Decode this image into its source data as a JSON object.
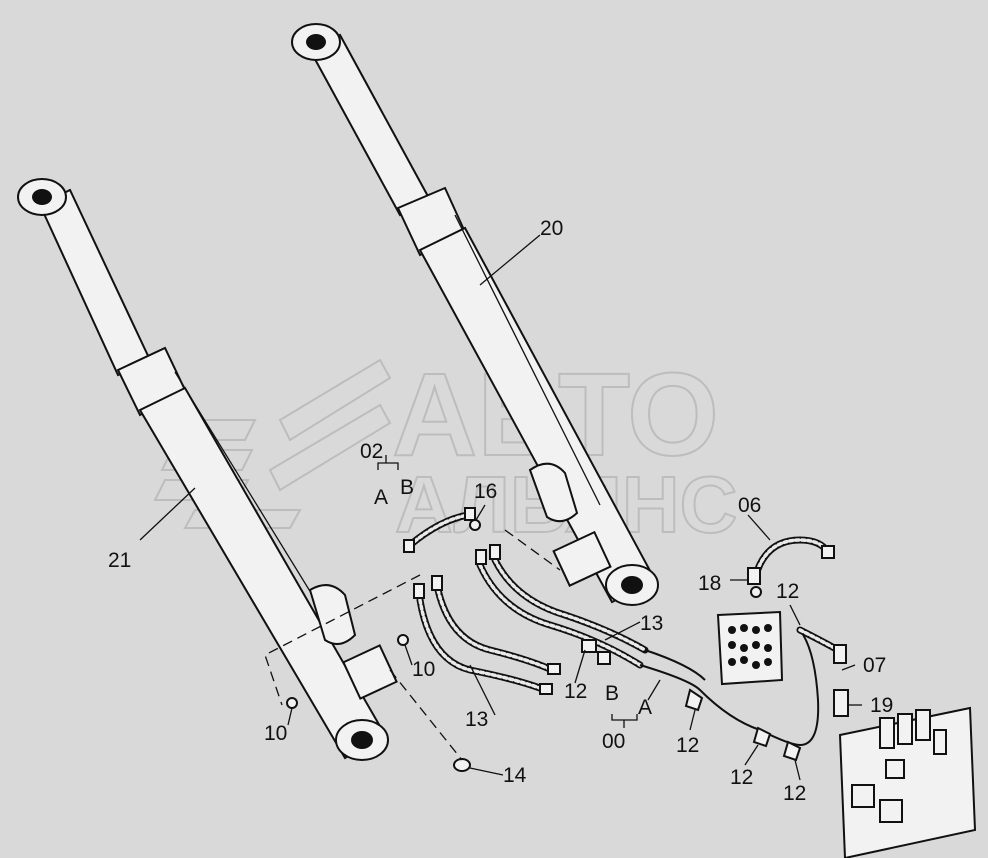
{
  "watermark": {
    "line1": "АВТО",
    "line2": "АЛЬЯНС"
  },
  "callouts": {
    "c20": "20",
    "c21": "21",
    "c02": "02",
    "c02a": "A",
    "c02b": "B",
    "c16": "16",
    "c06": "06",
    "c18": "18",
    "c12a": "12",
    "c13a": "13",
    "c07": "07",
    "c19": "19",
    "c10a": "10",
    "c10b": "10",
    "c13b": "13",
    "c12b": "12",
    "c00b": "B",
    "c00a": "A",
    "c00": "00",
    "c12c": "12",
    "c12d": "12",
    "c12e": "12",
    "c14": "14"
  },
  "colors": {
    "background": "#d9d9d9",
    "ink": "#111111",
    "watermark": "#bdbdbd"
  }
}
